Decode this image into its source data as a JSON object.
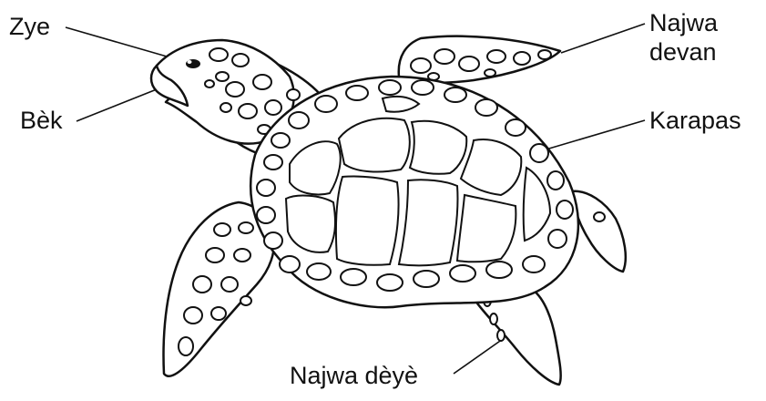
{
  "labels": {
    "eye": "Zye",
    "beak": "Bèk",
    "front_flipper_line1": "Najwa",
    "front_flipper_line2": "devan",
    "carapace": "Karapas",
    "rear_flipper": "Najwa dèyè"
  }
}
